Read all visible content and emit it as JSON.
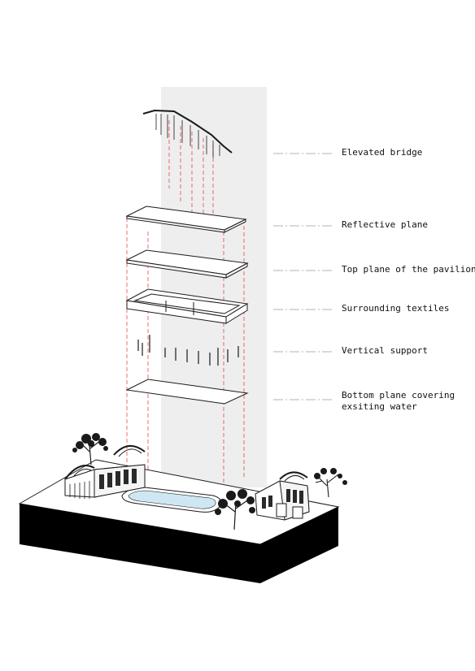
{
  "labels": {
    "elevated_bridge": "Elevated bridge",
    "reflective_plane": "Reflective plane",
    "top_plane": "Top plane of the pavilion",
    "surrounding_textiles": "Surrounding textiles",
    "vertical_support": "Vertical support",
    "bottom_plane_line1": "Bottom plane covering",
    "bottom_plane_line2": "exsiting water"
  },
  "colors": {
    "background": "#ffffff",
    "light_column": "#eeeeee",
    "projection_lines": "#e8464a",
    "leader_lines": "#9a9a9a",
    "outline": "#1a1a1a",
    "base_solid": "#000000",
    "water": "#cfe7f2"
  }
}
